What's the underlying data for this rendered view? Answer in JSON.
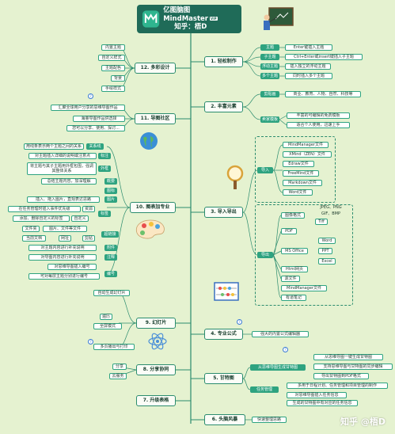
{
  "title": {
    "line1": "亿图脑图MindMaster",
    "badge": "VIP",
    "line2": "知乎：梧D"
  },
  "watermark": "知乎 @梧D",
  "colors": {
    "background": "#e5f2d0",
    "center": "#1f6b58",
    "accent": "#2ea380",
    "line": "#2b8c6e"
  },
  "right": {
    "b1": {
      "label": "1. 轻松制作",
      "subs": [
        "主题",
        "子主题",
        "浮动主题",
        "多个主题"
      ],
      "leaves": [
        "Enter键插入主题",
        "Ctrl+Enter或insert键插入子主题",
        "插入独立的浮动主题",
        "同时插入多个主题"
      ]
    },
    "b2": {
      "label": "2. 丰富元素",
      "subs": [
        "剪贴画",
        "卖家模板"
      ],
      "leaves": [
        "商业、教育、人物、自然、科技等",
        "丰富的可编辑的免费模板",
        "适合个人使用，迅速上手"
      ]
    },
    "b3": {
      "label": "3. 导入导出",
      "import_label": "导入",
      "export_label": "导出",
      "imports": [
        "MindManager文件",
        "XMind（ZEN）文件",
        "Edraw文件",
        "FreeMind文件",
        "Markdown文件",
        "Word文件"
      ],
      "export_image": "图像格式",
      "export_formats": [
        "JPEG、PNG",
        "GIF、BMP",
        "Tiff"
      ],
      "export_pdf": "PDF",
      "export_ms": "MS Office",
      "ms_formats": [
        "Word",
        "PPT",
        "Excel"
      ],
      "exports_other": [
        "Html网页",
        "源文件",
        "MindManager文件",
        "有道笔记"
      ]
    },
    "b4": {
      "label": "4. 专业公式",
      "leaf": "强大的内置公式编辑器"
    },
    "b5": {
      "label": "5. 甘特图",
      "subs": [
        "从思维导图生成甘特图",
        "任务管理"
      ],
      "leaves": [
        "从思维导图一键生成甘特图",
        "支持思维导图与甘特图的同步编辑",
        "导出甘特图到PDF格式",
        "多用于日程计划、任务管理和项目管理的制作",
        "对思维导图插入任务信息",
        "生成的甘特图中有对应的任务信息"
      ]
    },
    "b6": {
      "label": "6. 头脑风暴",
      "leaf": "快速整理思路"
    }
  },
  "left": {
    "b12": {
      "label": "12. 多彩设计",
      "leaves": [
        "内置主题",
        "自定义样式",
        "主题配色",
        "背景",
        "手绘样式"
      ]
    },
    "b11": {
      "label": "11. 导图社区",
      "leaves": [
        "汇聚全球用户分享的思维导图作品",
        "海量导图作品供选择",
        "您可以分享、使用、探讨..."
      ]
    },
    "b10": {
      "label": "10. 图表加专业",
      "subs": [
        "关系线",
        "标注",
        "外框",
        "概要",
        "图标",
        "图片",
        "标签",
        "超链接",
        "附件",
        "注释",
        "编号"
      ],
      "leaves": [
        "用线条表示两个主题之间的关系",
        "对主题插入详细的说明或注意点",
        "将主题与其子主题用外框包围，强调其整体关系",
        "总结主题内容，加深理解",
        "插入、拖入图片，直观表达思路",
        "在任务管理时插入事件优先级",
        "添加、删除自定义的标签",
        "文件夹",
        "当前文档",
        "网址",
        "对主题内容进行补充说明",
        "对导图内容进行补充说明",
        "对思维导图插入编号",
        "可对每层主题分别进行编号"
      ],
      "mini": [
        "资源",
        "自定义",
        "图片、文件等文件",
        "剪贴"
      ]
    },
    "b9": {
      "label": "9. 幻灯片",
      "leaves": [
        "自动生成幻灯片",
        "遍历",
        "全屏模式",
        "多页播出与打印"
      ]
    },
    "b8": {
      "label": "8. 分享协同",
      "leaves": [
        "分享",
        "云服务"
      ]
    },
    "b7": {
      "label": "7. 升级表格"
    }
  }
}
